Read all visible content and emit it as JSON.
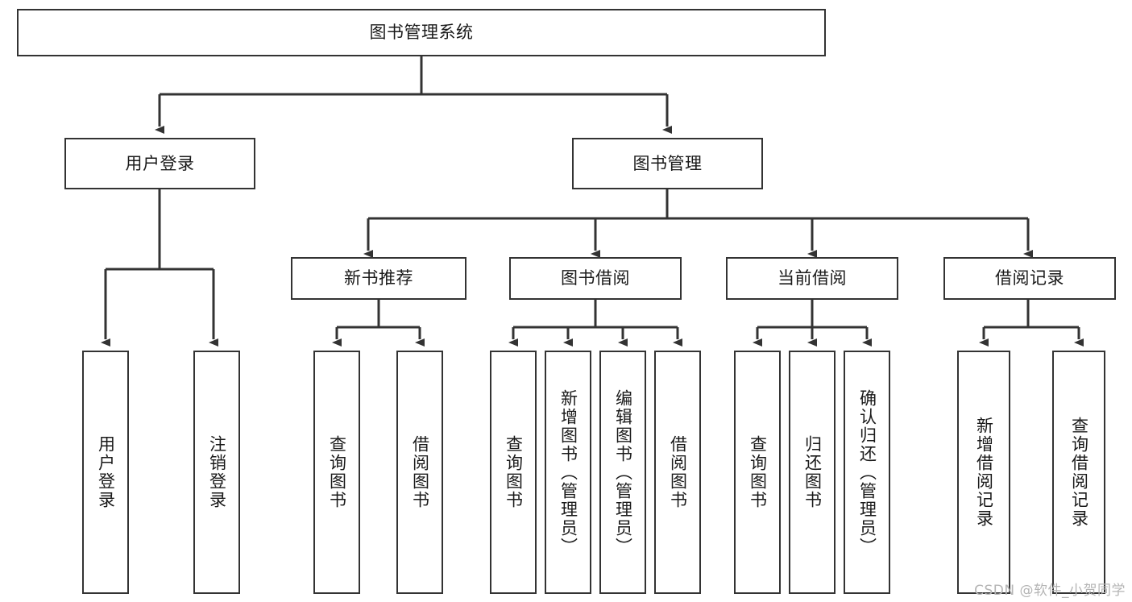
{
  "diagram": {
    "title": "图书管理系统",
    "type": "tree-hierarchy-chart",
    "root": {
      "id": "root",
      "label": "图书管理系统",
      "orientation": "horizontal"
    },
    "level2": [
      {
        "id": "user-login",
        "label": "用户登录",
        "orientation": "horizontal"
      },
      {
        "id": "book-manage",
        "label": "图书管理",
        "orientation": "horizontal"
      }
    ],
    "level3": [
      {
        "id": "new-book-rec",
        "label": "新书推荐",
        "orientation": "horizontal"
      },
      {
        "id": "book-borrow",
        "label": "图书借阅",
        "orientation": "horizontal"
      },
      {
        "id": "current-borrow",
        "label": "当前借阅",
        "orientation": "horizontal"
      },
      {
        "id": "borrow-record",
        "label": "借阅记录",
        "orientation": "horizontal"
      }
    ],
    "leaves": {
      "user_login": [
        {
          "id": "leaf-user-login",
          "label": "用户登录"
        },
        {
          "id": "leaf-logout",
          "label": "注销登录"
        }
      ],
      "new_book_rec": [
        {
          "id": "leaf-query-book-1",
          "label": "查询图书"
        },
        {
          "id": "leaf-borrow-book-1",
          "label": "借阅图书"
        }
      ],
      "book_borrow": [
        {
          "id": "leaf-query-book-2",
          "label": "查询图书"
        },
        {
          "id": "leaf-add-book",
          "label": "新增图书（管理员）"
        },
        {
          "id": "leaf-edit-book",
          "label": "编辑图书（管理员）"
        },
        {
          "id": "leaf-borrow-book-2",
          "label": "借阅图书"
        }
      ],
      "current_borrow": [
        {
          "id": "leaf-query-book-3",
          "label": "查询图书"
        },
        {
          "id": "leaf-return-book",
          "label": "归还图书"
        },
        {
          "id": "leaf-confirm-return",
          "label": "确认归还（管理员）"
        }
      ],
      "borrow_record": [
        {
          "id": "leaf-add-record",
          "label": "新增借阅记录"
        },
        {
          "id": "leaf-query-record",
          "label": "查询借阅记录"
        }
      ]
    }
  },
  "watermark": {
    "text": "CSDN @软件_小贺同学"
  },
  "colors": {
    "stroke": "#333333",
    "node_fill": "#ffffff",
    "text": "#1a1a1a",
    "background": "#ffffff",
    "watermark": "#b5b5b5"
  }
}
